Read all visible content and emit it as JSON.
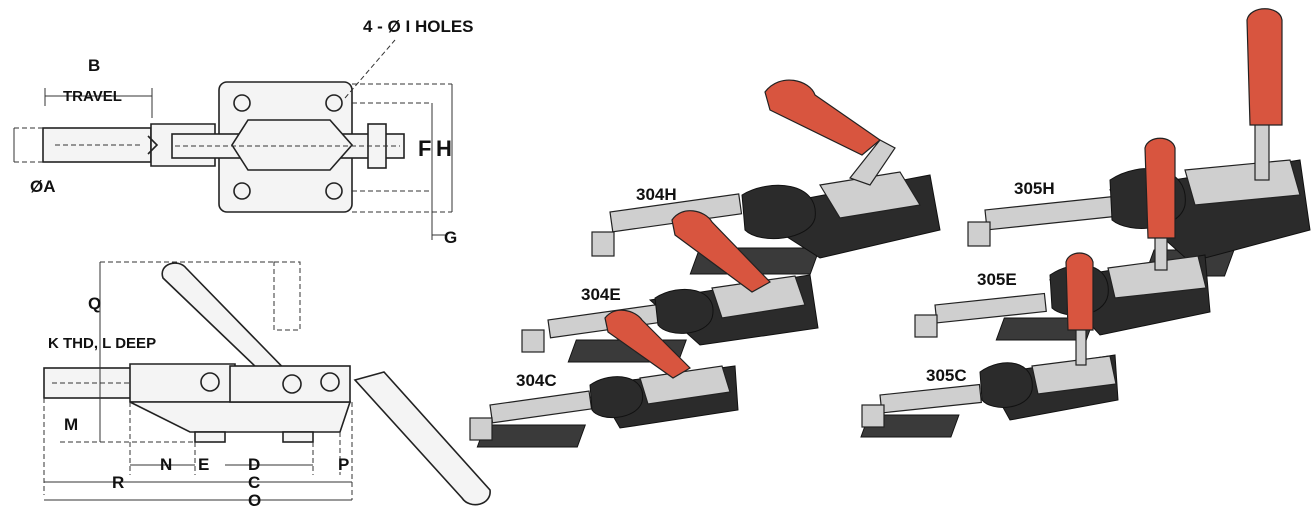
{
  "top_view": {
    "holes_label": "4 - Ø I HOLES",
    "b_label": "B",
    "travel_label": "TRAVEL",
    "a_label": "ØA",
    "f_label": "F",
    "h_label": "H",
    "g_label": "G"
  },
  "side_view": {
    "q_label": "Q",
    "thread_label": "K THD, L DEEP",
    "m_label": "M",
    "n_label": "N",
    "e_label": "E",
    "d_label": "D",
    "p_label": "P",
    "r_label": "R",
    "c_label": "C",
    "o_label": "O"
  },
  "models": {
    "m304h": "304H",
    "m304e": "304E",
    "m304c": "304C",
    "m305h": "305H",
    "m305e": "305E",
    "m305c": "305C"
  },
  "colors": {
    "grip": "#d8553f",
    "body": "#2b2b2b",
    "metal": "#cfcfcf"
  }
}
